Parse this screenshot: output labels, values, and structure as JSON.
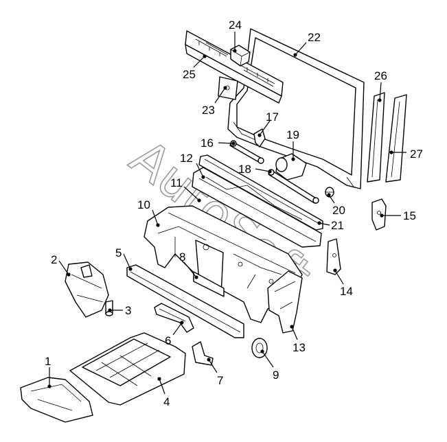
{
  "watermark": "AutoSoft",
  "colors": {
    "line": "#000000",
    "background": "#ffffff",
    "watermark": "#9a9a9a"
  },
  "callouts": {
    "c1": "1",
    "c2": "2",
    "c3": "3",
    "c4": "4",
    "c5": "5",
    "c6": "6",
    "c7": "7",
    "c8": "8",
    "c9": "9",
    "c10": "10",
    "c11": "11",
    "c12": "12",
    "c13": "13",
    "c14": "14",
    "c15": "15",
    "c16": "16",
    "c17": "17",
    "c18": "18",
    "c19": "19",
    "c20": "20",
    "c21": "21",
    "c22": "22",
    "c23": "23",
    "c24": "24",
    "c25": "25",
    "c26": "26",
    "c27": "27"
  }
}
